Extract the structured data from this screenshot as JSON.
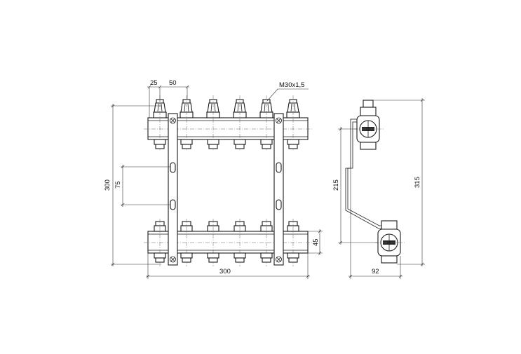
{
  "drawing": {
    "thread_label": "M30x1,5",
    "front_view": {
      "outlet_pitch_first": "25",
      "outlet_pitch": "50",
      "overall_height": "300",
      "bracket_slot_spacing": "75",
      "bar_height": "45",
      "overall_width": "300",
      "outlet_count": 6
    },
    "side_view": {
      "axis_distance": "215",
      "overall_height": "315",
      "depth": "92"
    }
  }
}
